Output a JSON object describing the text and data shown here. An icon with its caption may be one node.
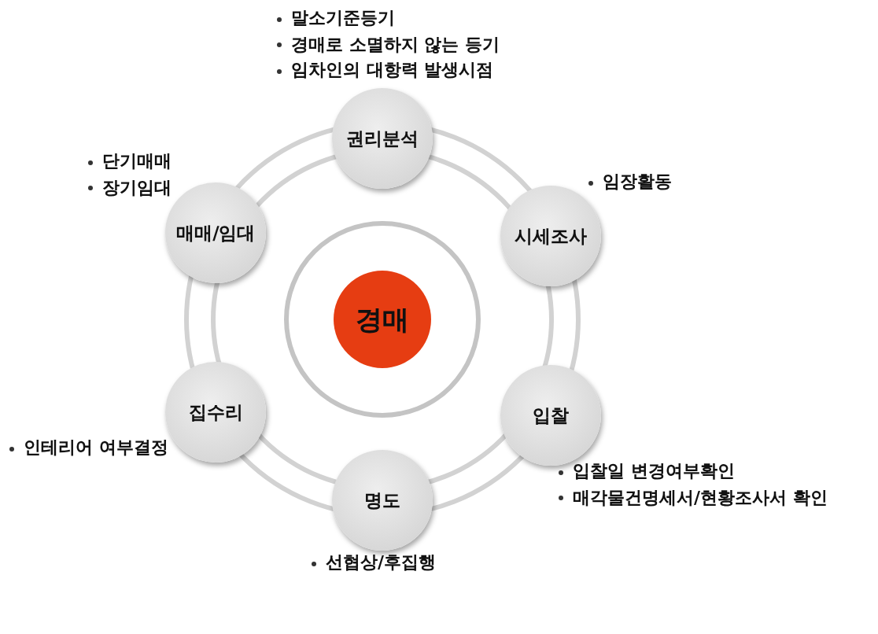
{
  "diagram": {
    "nodes": [
      {
        "text": [
          "경매"
        ]
      },
      {
        "text": [
          "권리분석"
        ],
        "beside": [
          "말소기준등기",
          "경매로 소멸하지 않는 등기",
          "임차인의 대항력 발생시점"
        ]
      },
      {
        "text": [
          "시세조사"
        ],
        "beside": [
          "임장활동"
        ]
      },
      {
        "text": [
          "입찰"
        ],
        "beside": [
          "입찰일 변경여부확인",
          "매각물건명세서/현황조사서 확인"
        ]
      },
      {
        "text": [
          "명도"
        ],
        "beside": [
          "선협상/후집행"
        ]
      },
      {
        "text": [
          "집수리"
        ],
        "beside": [
          "인테리어 여부결정"
        ]
      },
      {
        "text": [
          "매매/임대"
        ],
        "beside": [
          "단기매매",
          "장기임대"
        ]
      }
    ]
  }
}
